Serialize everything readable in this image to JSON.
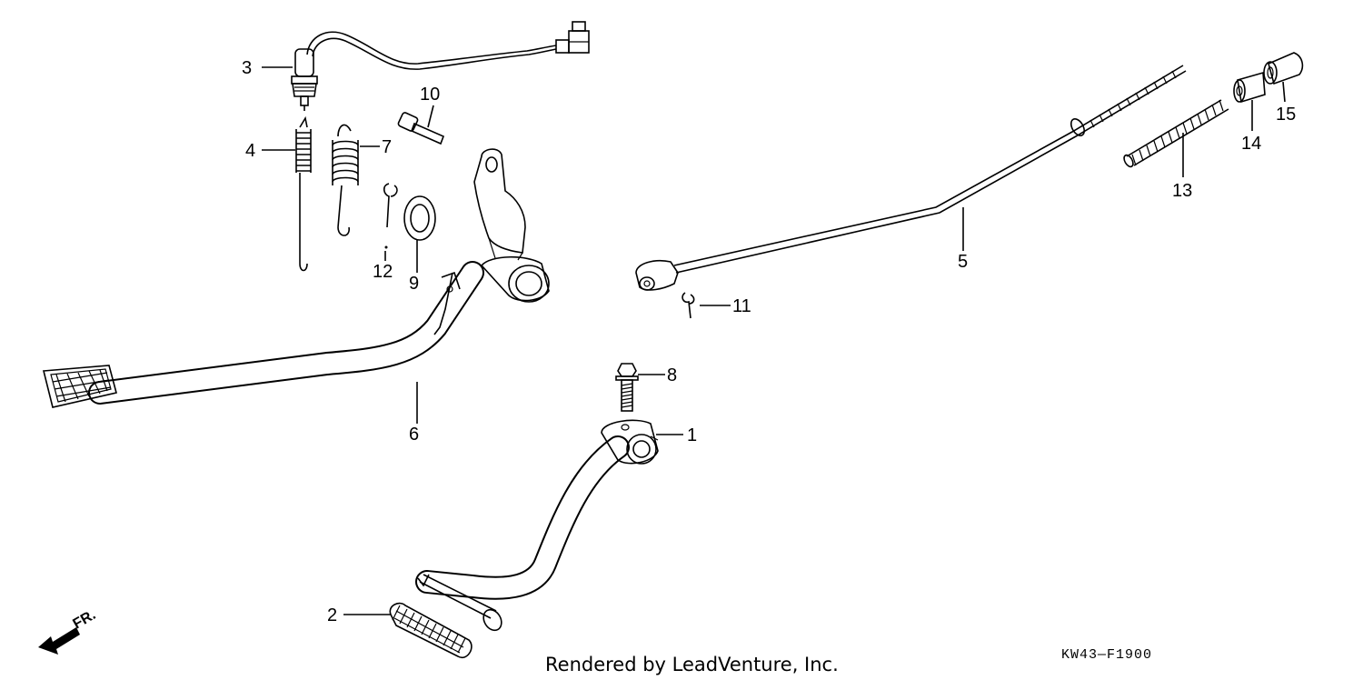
{
  "parts": [
    {
      "id": "part-1",
      "number": "1"
    },
    {
      "id": "part-2",
      "number": "2"
    },
    {
      "id": "part-3",
      "number": "3"
    },
    {
      "id": "part-4",
      "number": "4"
    },
    {
      "id": "part-5",
      "number": "5"
    },
    {
      "id": "part-6",
      "number": "6"
    },
    {
      "id": "part-7",
      "number": "7"
    },
    {
      "id": "part-8",
      "number": "8"
    },
    {
      "id": "part-9",
      "number": "9"
    },
    {
      "id": "part-10",
      "number": "10"
    },
    {
      "id": "part-11",
      "number": "11"
    },
    {
      "id": "part-12",
      "number": "12"
    },
    {
      "id": "part-13",
      "number": "13"
    },
    {
      "id": "part-14",
      "number": "14"
    },
    {
      "id": "part-15",
      "number": "15"
    }
  ],
  "direction_indicator": {
    "label": "FR.",
    "icon": "front-arrow-icon"
  },
  "credit": "Rendered by LeadVenture, Inc.",
  "diagram_code": "KW43—F1900"
}
